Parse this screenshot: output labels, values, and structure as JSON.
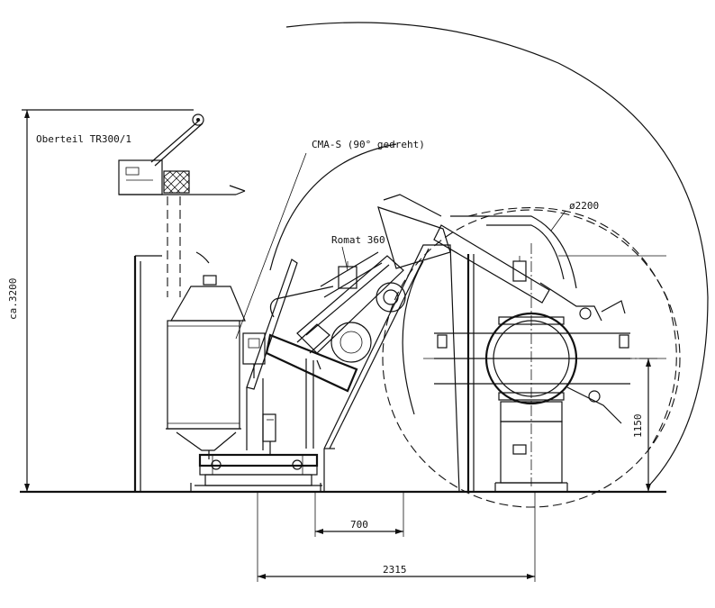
{
  "labels": {
    "top_unit": "Oberteil TR300/1",
    "cma": "CMA-S (90° gedreht)",
    "romat": "Romat 360",
    "diameter": "ø2200"
  },
  "dimensions": {
    "height_total": "ca.3200",
    "height_right": "1150",
    "width_inner": "700",
    "width_total": "2315"
  }
}
